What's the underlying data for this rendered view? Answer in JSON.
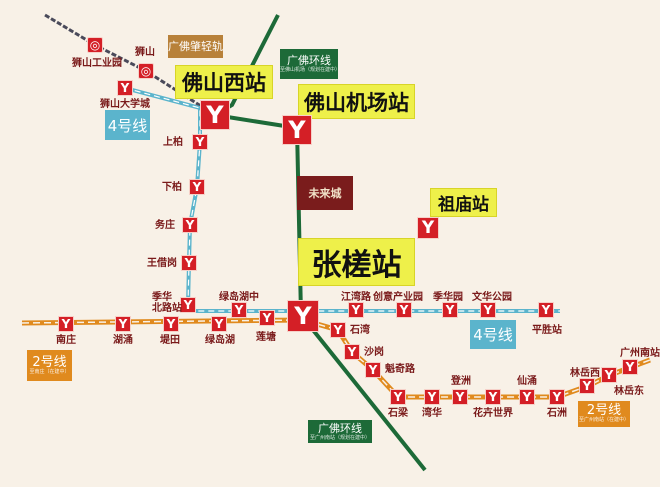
{
  "colors": {
    "background": "#f8f1e7",
    "station": "#d41f26",
    "line_4": "#5bb4cc",
    "line_2": "#e08a1e",
    "guangfo_ring": "#1d6a38",
    "guangfozhao_rail": "#4a4a5a",
    "callout": "#eef04a"
  },
  "icons": {
    "metro": "metro-y-icon",
    "rail": "railway-icon"
  },
  "callouts": {
    "foshan_west": "佛山西站",
    "foshan_airport": "佛山机场站",
    "zhangcha": "张槎站",
    "zumiao": "祖庙站"
  },
  "tags": {
    "guangfozhao": "广佛肇轻轨",
    "ring_top": {
      "name": "广佛环线",
      "note": "至佛山机场（规划在建中）"
    },
    "ring_bottom": {
      "name": "广佛环线",
      "note": "至广州南站（规划在建中）"
    },
    "line4_top": "4号线",
    "line4_bottom": "4号线",
    "line2_left": {
      "name": "2号线",
      "note": "至南庄（在建中）"
    },
    "line2_right": {
      "name": "2号线",
      "note": "至广州南站（在建中）"
    }
  },
  "logo": "未来城",
  "stations": [
    "狮山工业园",
    "狮山",
    "狮山大学城",
    "上柏",
    "下柏",
    "务庄",
    "王借岗",
    "季华\n北路站",
    "绿岛湖中",
    "南庄",
    "湖涌",
    "堤田",
    "绿岛湖",
    "莲塘",
    "江湾路",
    "创意产业园",
    "季华园",
    "文华公园",
    "平胜站",
    "石湾",
    "沙岗",
    "魁奇路",
    "石梁",
    "湾华",
    "登洲",
    "花卉世界",
    "仙涌",
    "石洲",
    "林岳西",
    "广州南站",
    "林岳东"
  ]
}
